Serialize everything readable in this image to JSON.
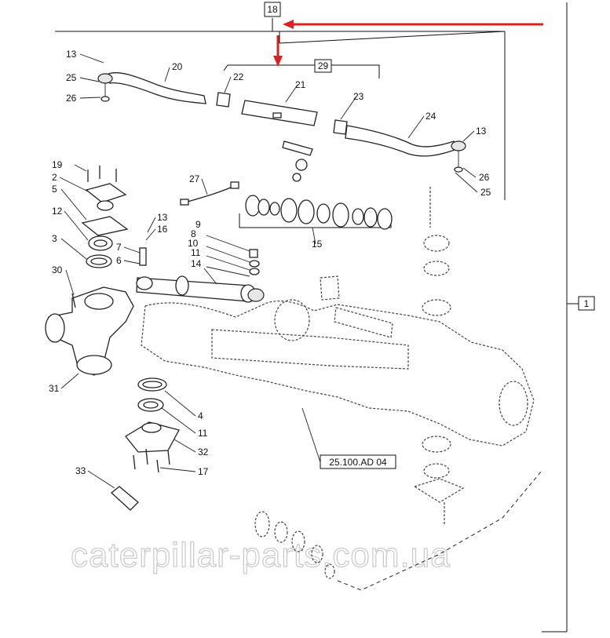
{
  "diagram": {
    "boxed_callouts": {
      "top": "18",
      "group": "29",
      "right": "1"
    },
    "reference_label": "25.100.AD 04",
    "watermark": "caterpillar-parts.com.ua",
    "arrow_color": "#e02020",
    "callouts": {
      "c13a": "13",
      "c20": "20",
      "c25a": "25",
      "c26a": "26",
      "c22": "22",
      "c21": "21",
      "c23": "23",
      "c24": "24",
      "c13b": "13",
      "c26b": "26",
      "c25b": "25",
      "c19": "19",
      "c2": "2",
      "c5": "5",
      "c27": "27",
      "c12": "12",
      "c3": "3",
      "c13c": "13",
      "c16": "16",
      "c7": "7",
      "c6": "6",
      "c9": "9",
      "c8": "8",
      "c10": "10",
      "c11a": "11",
      "c14": "14",
      "c15": "15",
      "c30": "30",
      "c31": "31",
      "c4": "4",
      "c11b": "11",
      "c32": "32",
      "c17": "17",
      "c33": "33"
    }
  }
}
